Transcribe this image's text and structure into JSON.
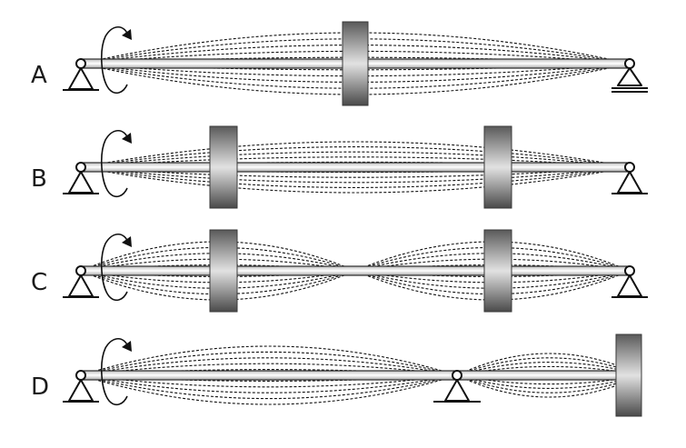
{
  "figure": {
    "rows": [
      {
        "label": "A",
        "support_right": "roller",
        "disks": 1,
        "mode": "single-loop"
      },
      {
        "label": "B",
        "support_right": "pin",
        "disks": 2,
        "mode": "single-loop"
      },
      {
        "label": "C",
        "support_right": "pin",
        "disks": 2,
        "mode": "two-loop"
      },
      {
        "label": "D",
        "support_right": "overhang-end",
        "disks": 1,
        "mode": "two-loop-with-mid-support"
      }
    ],
    "colors": {
      "shaft_edge": "#333333",
      "disk_dark": "#5a5a5a",
      "disk_light": "#d9d9d9",
      "ink": "#111111"
    },
    "icons": [
      "rotation-arrow-icon",
      "pin-support-icon",
      "roller-support-icon",
      "hinge-icon"
    ]
  }
}
